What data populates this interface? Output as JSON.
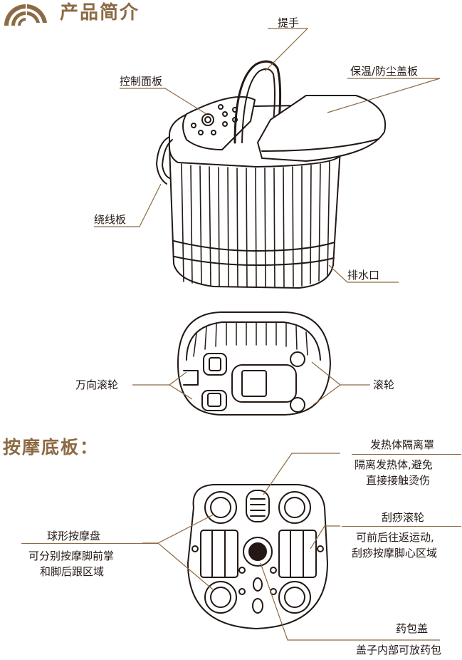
{
  "header": {
    "title": "产品简介",
    "accent_color": "#8c6a43",
    "logo_icon": "arch-stripes-logo"
  },
  "top_view": {
    "handle": "提手",
    "cover": "保温/防尘盖板",
    "control_panel": "控制面板",
    "cord_board": "绕线板",
    "drain": "排水口"
  },
  "bottom_view": {
    "caster": "万向滚轮",
    "roller": "滚轮"
  },
  "section": {
    "title": "按摩底板："
  },
  "massage_base": {
    "heat_shield": {
      "title": "发热体隔离罩",
      "desc1": "隔离发热体,避免",
      "desc2": "直接接触烫伤"
    },
    "scraping_roller": {
      "title": "刮痧滚轮",
      "desc1": "可前后往返运动,",
      "desc2": "刮痧按摩脚心区域"
    },
    "ball_massage": {
      "title": "球形按摩盘",
      "desc1": "可分别按摩脚前掌",
      "desc2": "和脚后跟区域"
    },
    "herb_lid": {
      "title": "药包盖",
      "desc1": "盖子内部可放药包"
    }
  }
}
